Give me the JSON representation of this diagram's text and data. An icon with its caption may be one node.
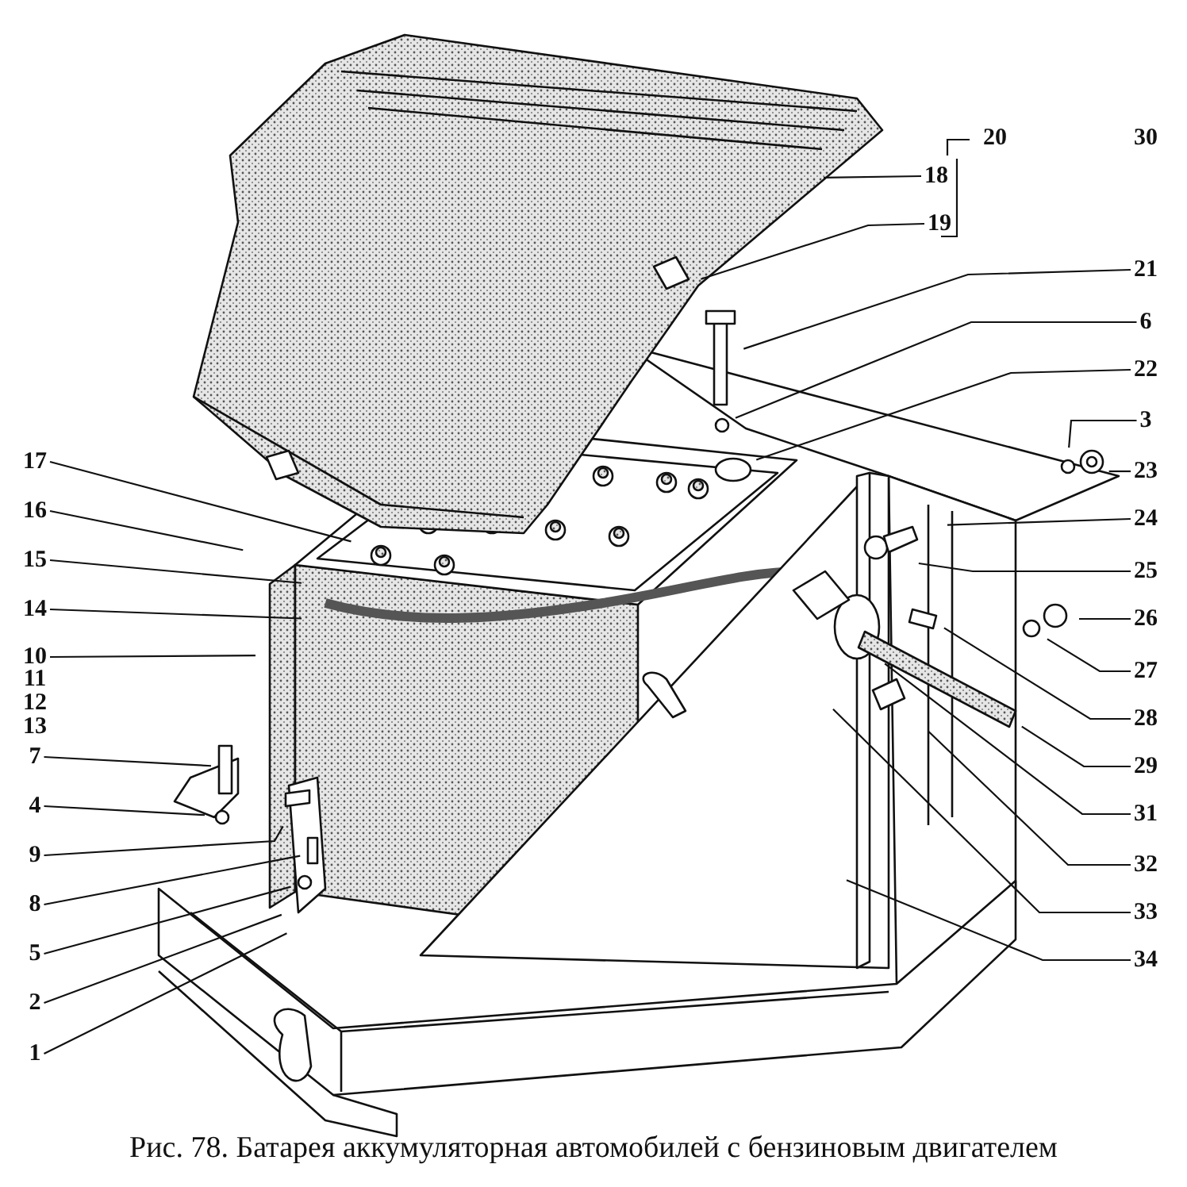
{
  "diagram": {
    "caption": "Рис. 78. Батарея аккумуляторная автомобилей с бензиновым двигателем",
    "nodes": [
      {
        "text": [
          "17"
        ]
      },
      {
        "text": [
          "16"
        ]
      },
      {
        "text": [
          "15"
        ]
      },
      {
        "text": [
          "14"
        ]
      },
      {
        "text": [
          "10"
        ]
      },
      {
        "text": [
          "7"
        ]
      },
      {
        "text": [
          "4"
        ]
      },
      {
        "text": [
          "9"
        ]
      },
      {
        "text": [
          "8"
        ]
      },
      {
        "text": [
          "5"
        ]
      },
      {
        "text": [
          "2"
        ]
      },
      {
        "text": [
          "1"
        ]
      },
      {
        "text": [
          "18"
        ]
      },
      {
        "text": [
          "19"
        ]
      },
      {
        "text": [
          "21"
        ]
      },
      {
        "text": [
          "6"
        ]
      },
      {
        "text": [
          "22"
        ]
      },
      {
        "text": [
          "3"
        ]
      },
      {
        "text": [
          "23"
        ]
      },
      {
        "text": [
          "24"
        ]
      },
      {
        "text": [
          "25"
        ]
      },
      {
        "text": [
          "26"
        ]
      },
      {
        "text": [
          "27"
        ]
      },
      {
        "text": [
          "28"
        ]
      },
      {
        "text": [
          "29"
        ]
      },
      {
        "text": [
          "31"
        ]
      },
      {
        "text": [
          "32"
        ]
      },
      {
        "text": [
          "33"
        ]
      },
      {
        "text": [
          "34"
        ]
      }
    ],
    "edges": [
      {
        "from": 0,
        "to": null,
        "arrow": "none"
      },
      {
        "from": 1,
        "to": null,
        "arrow": "none"
      },
      {
        "from": 2,
        "to": null,
        "arrow": "none"
      },
      {
        "from": 3,
        "to": null,
        "arrow": "none"
      },
      {
        "from": 4,
        "to": null,
        "arrow": "none"
      },
      {
        "from": 5,
        "to": null,
        "arrow": "none"
      },
      {
        "from": 6,
        "to": null,
        "arrow": "none"
      },
      {
        "from": 7,
        "to": null,
        "arrow": "none"
      },
      {
        "from": 8,
        "to": null,
        "arrow": "none"
      },
      {
        "from": 9,
        "to": null,
        "arrow": "none"
      },
      {
        "from": 10,
        "to": null,
        "arrow": "none"
      },
      {
        "from": 11,
        "to": null,
        "arrow": "none"
      },
      {
        "from": 12,
        "to": null,
        "arrow": "none"
      },
      {
        "from": 13,
        "to": null,
        "arrow": "none"
      },
      {
        "from": 14,
        "to": null,
        "arrow": "none"
      },
      {
        "from": 15,
        "to": null,
        "arrow": "none"
      },
      {
        "from": 16,
        "to": null,
        "arrow": "none"
      },
      {
        "from": 17,
        "to": null,
        "arrow": "none"
      },
      {
        "from": 18,
        "to": null,
        "arrow": "none"
      },
      {
        "from": 19,
        "to": null,
        "arrow": "none"
      },
      {
        "from": 20,
        "to": null,
        "arrow": "none"
      },
      {
        "from": 21,
        "to": null,
        "arrow": "none"
      },
      {
        "from": 22,
        "to": null,
        "arrow": "none"
      },
      {
        "from": 23,
        "to": null,
        "arrow": "none"
      },
      {
        "from": 24,
        "to": null,
        "arrow": "none"
      },
      {
        "from": 25,
        "to": null,
        "arrow": "none"
      },
      {
        "from": 26,
        "to": null,
        "arrow": "none"
      },
      {
        "from": 27,
        "to": null,
        "arrow": "none"
      },
      {
        "from": 28,
        "to": null,
        "arrow": "none"
      }
    ],
    "labels": [
      "20",
      "30",
      "11",
      "12",
      "13"
    ]
  }
}
